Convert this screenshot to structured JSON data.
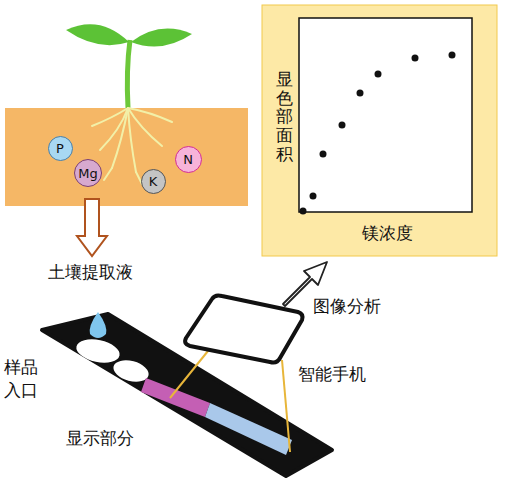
{
  "diagram": {
    "nodes": [
      {
        "text": [
          "P"
        ]
      },
      {
        "text": [
          "Mg"
        ]
      },
      {
        "text": [
          "K"
        ]
      },
      {
        "text": [
          "N"
        ]
      }
    ],
    "labels": [
      "显色部面积",
      "镁浓度",
      "土壤提取液",
      "图像分析",
      "样品 入口",
      "智能手机",
      "显示部分"
    ]
  }
}
